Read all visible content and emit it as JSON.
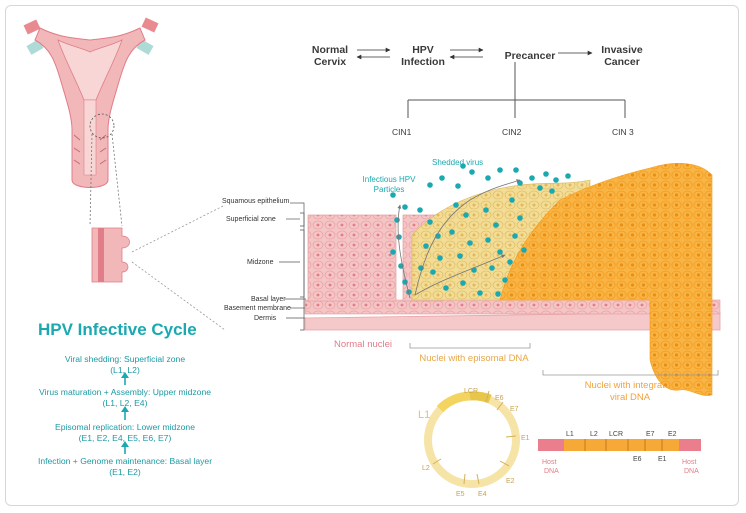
{
  "flow": {
    "normal": [
      "Normal",
      "Cervix"
    ],
    "hpv": [
      "HPV",
      "Infection"
    ],
    "precancer": "Precancer",
    "invasive": [
      "Invasive",
      "Cancer"
    ],
    "cin": [
      "CIN1",
      "CIN2",
      "CIN 3"
    ]
  },
  "layers": {
    "squamous": "Squamous epithelium",
    "superficial": "Superficial zone",
    "midzone": "Midzone",
    "basal": "Basal layer",
    "basement": "Basement membrane",
    "dermis": "Dermis"
  },
  "virus": {
    "infectious": [
      "Infectious HPV",
      "Particles"
    ],
    "shed": "Shedded virus"
  },
  "captions": {
    "normal": "Normal nuclei",
    "episomal": "Nuclei with episomal DNA",
    "integrated": [
      "Nuclei with integrated",
      "viral DNA"
    ]
  },
  "cycle": {
    "title": "HPV Infective Cycle",
    "stages": [
      {
        "line1": "Viral shedding: Superficial zone",
        "line2": "(L1, L2)"
      },
      {
        "line1": "Virus maturation + Assembly: Upper midzone",
        "line2": "(L1, L2, E4)"
      },
      {
        "line1": "Episomal replication: Lower midzone",
        "line2": "(E1, E2, E4, E5, E6, E7)"
      },
      {
        "line1": "Infection + Genome maintenance: Basal layer",
        "line2": "(E1, E2)"
      }
    ]
  },
  "circle_genome": {
    "L1": "L1",
    "LCR": "LCR",
    "E6": "E6",
    "E7": "E7",
    "E1": "E1",
    "E2": "E2",
    "E4": "E4",
    "E5": "E5",
    "L2": "L2"
  },
  "linear_genome": {
    "genes_top": [
      "L1",
      "L2",
      "LCR",
      "E7",
      "E2"
    ],
    "genes_bottom": [
      "E6",
      "E1"
    ],
    "host": [
      "Host",
      "DNA"
    ]
  },
  "colors": {
    "teal": "#1aa9b0",
    "pink": "#f2b7b9",
    "pink_dark": "#e07d88",
    "yellow": "#f3dc93",
    "orange": "#f6a937"
  }
}
